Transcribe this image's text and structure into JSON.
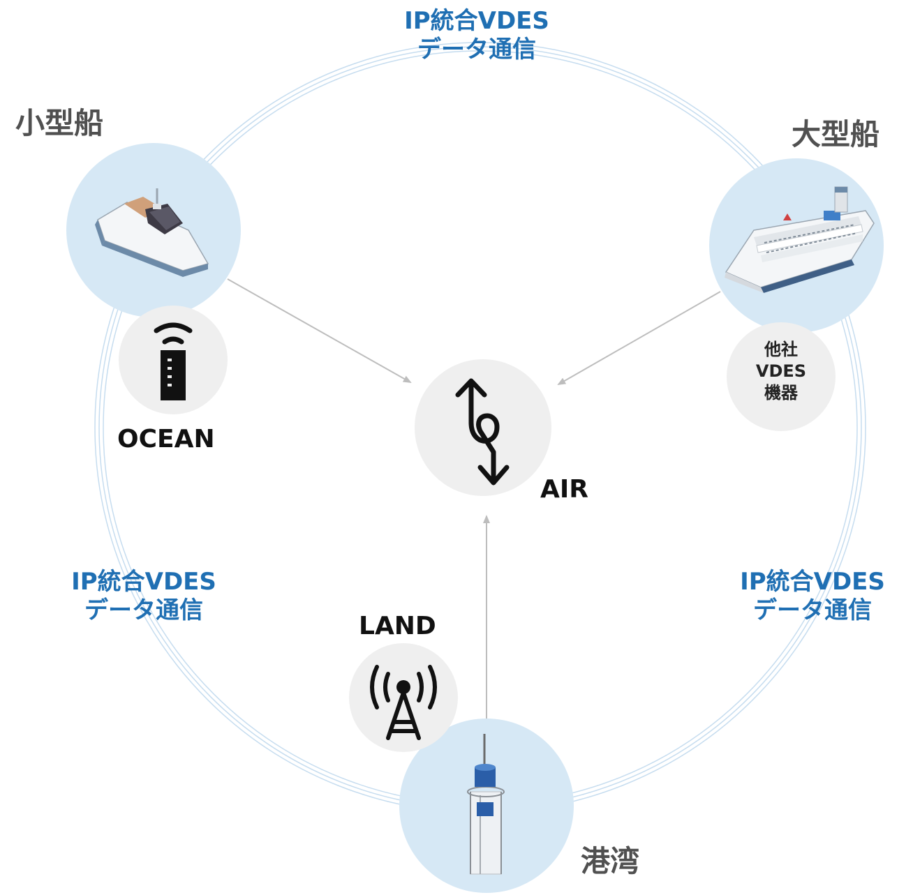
{
  "nodes": {
    "small_ship": {
      "label": "小型船",
      "icon": "small-boat-icon"
    },
    "large_ship": {
      "label": "大型船",
      "icon": "cruise-ship-icon"
    },
    "harbor": {
      "label": "港湾",
      "icon": "harbor-antenna-mast-icon"
    }
  },
  "links": {
    "top": {
      "line1": "IP統合VDES",
      "line2": "データ通信"
    },
    "left": {
      "line1": "IP統合VDES",
      "line2": "データ通信"
    },
    "right": {
      "line1": "IP統合VDES",
      "line2": "データ通信"
    }
  },
  "devices": {
    "ocean": {
      "label": "OCEAN",
      "icon": "ocean-transceiver-icon"
    },
    "air": {
      "label": "AIR",
      "icon": "air-bidirectional-arrow-icon"
    },
    "land": {
      "label": "LAND",
      "icon": "radio-tower-icon"
    },
    "other_vendor": {
      "line1": "他社",
      "line2": "VDES",
      "line3": "機器"
    }
  },
  "colors": {
    "link_text": "#1f6fb3",
    "node_text": "#505050",
    "node_circle": "#d6e8f5",
    "device_circle": "#efefef",
    "ring": "#c5dcef",
    "arrow": "#bdbdbd"
  }
}
